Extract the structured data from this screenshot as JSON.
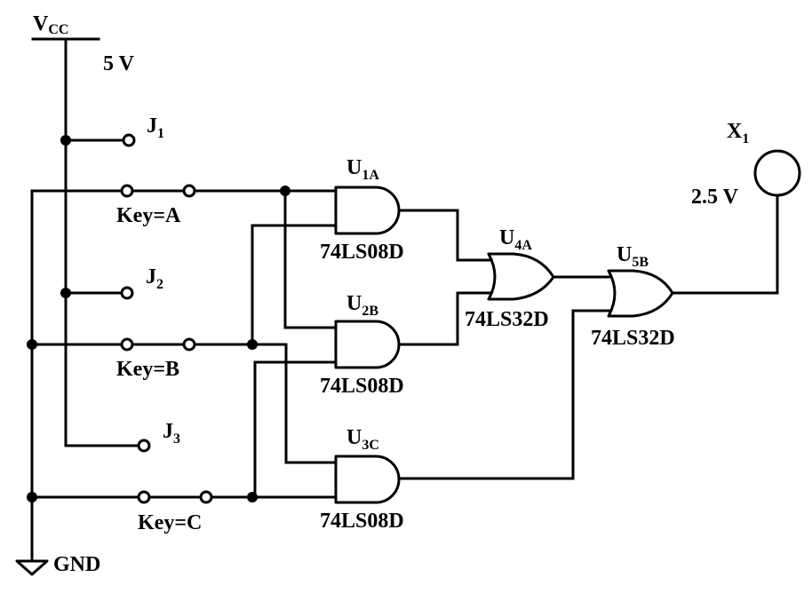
{
  "title": "Three-input majority logic circuit (74LS08D AND / 74LS32D OR)",
  "power": {
    "vcc_label": "V",
    "vcc_sub": "CC",
    "vcc_value": "5 V",
    "gnd_label": "GND"
  },
  "jacks": [
    {
      "label": "J",
      "sub": "1"
    },
    {
      "label": "J",
      "sub": "2"
    },
    {
      "label": "J",
      "sub": "3"
    }
  ],
  "switches": [
    {
      "key_label": "Key=A"
    },
    {
      "key_label": "Key=B"
    },
    {
      "key_label": "Key=C"
    }
  ],
  "gates": [
    {
      "ref": "U",
      "ref_sub": "1A",
      "part": "74LS08D",
      "type": "AND"
    },
    {
      "ref": "U",
      "ref_sub": "2B",
      "part": "74LS08D",
      "type": "AND"
    },
    {
      "ref": "U",
      "ref_sub": "3C",
      "part": "74LS08D",
      "type": "AND"
    },
    {
      "ref": "U",
      "ref_sub": "4A",
      "part": "74LS32D",
      "type": "OR"
    },
    {
      "ref": "U",
      "ref_sub": "5B",
      "part": "74LS32D",
      "type": "OR"
    }
  ],
  "probe": {
    "label": "X",
    "sub": "1",
    "value": "2.5 V"
  }
}
